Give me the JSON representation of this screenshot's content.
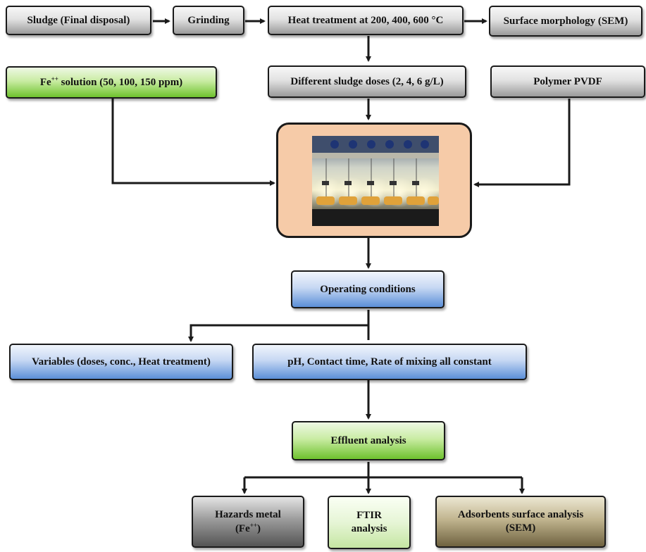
{
  "nodes": {
    "sludge": "Sludge (Final disposal)",
    "grinding": "Grinding",
    "heat": "Heat treatment at 200, 400, 600 °C",
    "sem_top": "Surface morphology (SEM)",
    "fe_base": "Fe",
    "fe_sup": "++",
    "fe_rest": " solution (50, 100, 150 ppm)",
    "doses": "Different sludge doses (2, 4, 6 g/L)",
    "pvdf": "Polymer PVDF",
    "operating": "Operating conditions",
    "variables": "Variables (doses, conc., Heat treatment)",
    "constant": "pH, Contact time, Rate of mixing all constant",
    "effluent": "Effluent analysis",
    "hazards_line1": "Hazards metal",
    "hazards_base": "(Fe",
    "hazards_sup": "++",
    "hazards_end": ")",
    "ftir_line1": "FTIR",
    "ftir_line2": "analysis",
    "adsorbents_line1": "Adsorbents surface analysis",
    "adsorbents_line2": "(SEM)"
  },
  "colors": {
    "gray": "#9a9a9a",
    "green": "#6ec22d",
    "blue": "#5b8fd8",
    "frame": "#f6cba8",
    "olive": "#6f6240"
  }
}
